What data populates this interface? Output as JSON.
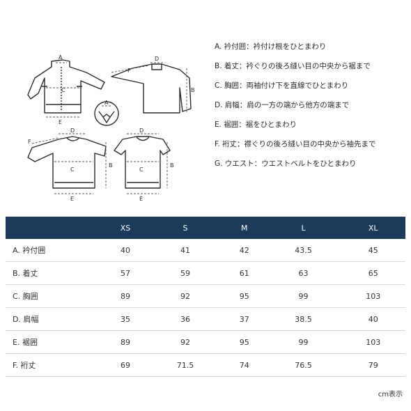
{
  "diagram": {
    "letters": {
      "a": "A",
      "b": "B",
      "c": "C",
      "d": "D",
      "e": "E",
      "f": "F"
    }
  },
  "legend": [
    "A. 衿付囲：衿付け根をひとまわり",
    "B. 着丈：衿ぐりの後ろ縫い目の中央から裾まで",
    "C. 胸囲：両袖付け下を直線でひとまわり",
    "D. 肩幅：肩の一方の端から他方の端まで",
    "E. 裾囲：裾をひとまわり",
    "F. 裄丈：襟ぐりの後ろ縫い目の中央から袖先まで",
    "G. ウエスト：ウエストベルトをひとまわり"
  ],
  "table": {
    "columns": [
      "XS",
      "S",
      "M",
      "L",
      "XL"
    ],
    "rows": [
      {
        "label": "A. 衿付囲",
        "values": [
          "40",
          "41",
          "42",
          "43.5",
          "45"
        ]
      },
      {
        "label": "B. 着丈",
        "values": [
          "57",
          "59",
          "61",
          "63",
          "65"
        ]
      },
      {
        "label": "C. 胸囲",
        "values": [
          "89",
          "92",
          "95",
          "99",
          "103"
        ]
      },
      {
        "label": "D. 肩幅",
        "values": [
          "35",
          "36",
          "37",
          "38.5",
          "40"
        ]
      },
      {
        "label": "E. 裾囲",
        "values": [
          "89",
          "92",
          "95",
          "99",
          "103"
        ]
      },
      {
        "label": "F. 裄丈",
        "values": [
          "69",
          "71.5",
          "74",
          "76.5",
          "79"
        ]
      }
    ]
  },
  "unit_note": "cm表示",
  "colors": {
    "header_bg": "#1b3a5c",
    "header_text": "#ffffff",
    "line": "#2a2a2a",
    "dim": "#555555"
  }
}
